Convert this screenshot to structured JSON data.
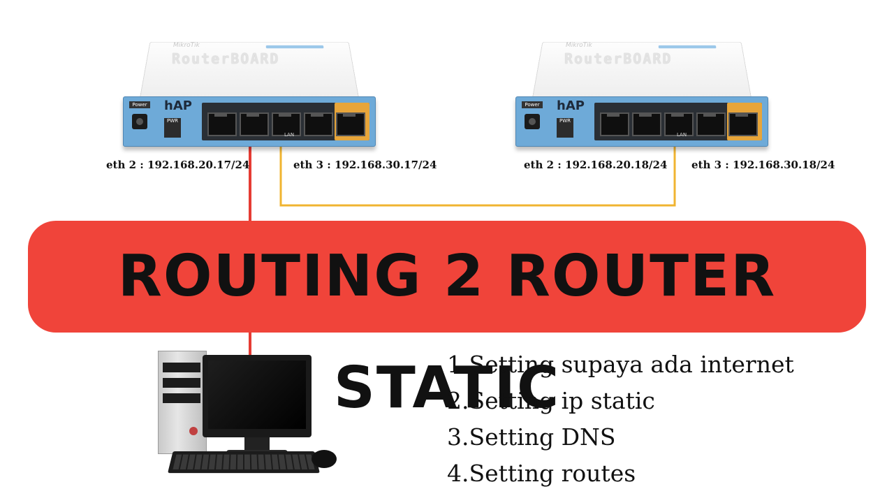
{
  "routers": [
    {
      "brand": "RouterBOARD",
      "maker": "MikroTik",
      "model": "hAP",
      "power_label": "Power",
      "pwr_label": "PWR",
      "lan_label": "LAN",
      "ip_left": "eth 2 : 192.168.20.17/24",
      "ip_right": "eth 3 : 192.168.30.17/24"
    },
    {
      "brand": "RouterBOARD",
      "maker": "MikroTik",
      "model": "hAP",
      "power_label": "Power",
      "pwr_label": "PWR",
      "lan_label": "LAN",
      "ip_left": "eth 2 : 192.168.20.18/24",
      "ip_right": "eth 3 : 192.168.30.18/24"
    }
  ],
  "banner": {
    "title": "ROUTING 2 ROUTER STATIC"
  },
  "steps": [
    "1.Setting supaya ada internet",
    "2.Setting ip static",
    "3.Setting DNS",
    "4.Setting routes"
  ],
  "colors": {
    "banner": "#f0443a",
    "cable_red": "#e53b33",
    "cable_yellow": "#f0b431",
    "router_front": "#6eaad8"
  }
}
